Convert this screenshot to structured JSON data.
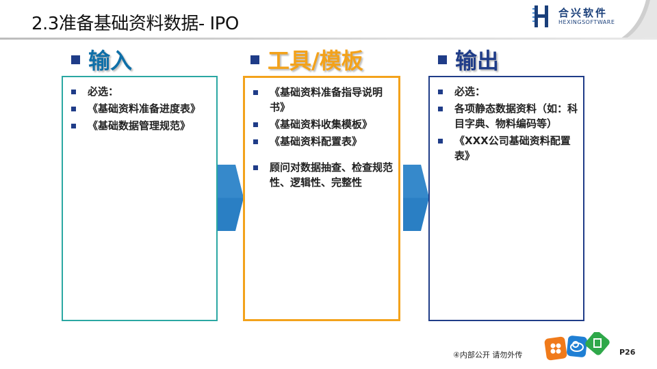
{
  "header": {
    "title": "2.3准备基础资料数据- IPO",
    "logo_cn": "合兴软件",
    "logo_en": "HEXINGSOFTWARE",
    "logo_icon": "h-logo-icon"
  },
  "columns": [
    {
      "heading": "输入",
      "heading_color": "#0e6fa8",
      "border_color": "#2aa7a2",
      "items": [
        "必选：",
        "《基础资料准备进度表》",
        "《基础数据管理规范》"
      ]
    },
    {
      "heading": "工具/模板",
      "heading_color": "#f3a21b",
      "border_color": "#f3a21b",
      "items": [
        "《基础资料准备指导说明书》",
        "《基础资料收集模板》",
        "《基础资料配置表》",
        "顾问对数据抽查、检查规范性、逻辑性、完整性"
      ]
    },
    {
      "heading": "输出",
      "heading_color": "#1f3c88",
      "border_color": "#1f3c88",
      "items": [
        "必选：",
        "各项静态数据资料（如：科目字典、物料编码等）",
        "《XXX公司基础资料配置表》"
      ]
    }
  ],
  "colors": {
    "bullet": "#1f3c88",
    "arrow": "#2a7fc4"
  },
  "footer": {
    "confidential": "④内部公开 请勿外传",
    "page": "P26",
    "icons": [
      "flower-icon",
      "cloud-icon",
      "document-icon"
    ]
  }
}
